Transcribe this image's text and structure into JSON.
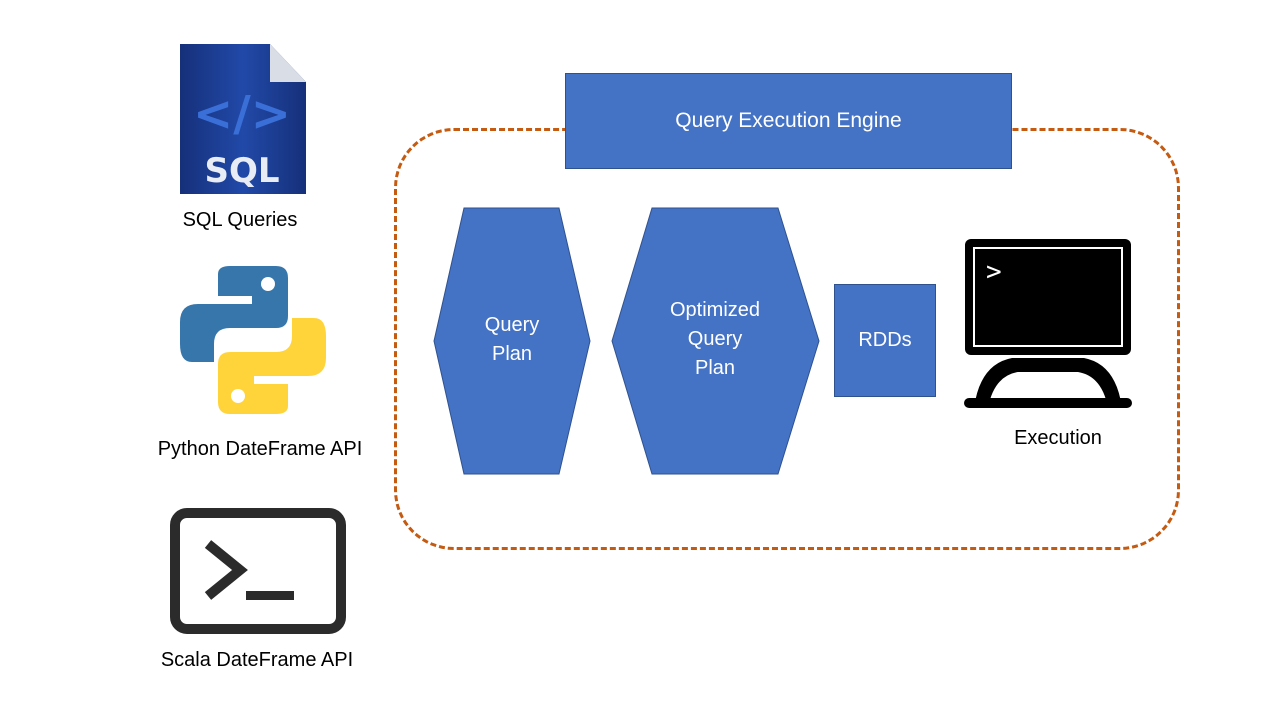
{
  "sources": {
    "sql": {
      "caption": "SQL Queries",
      "icon_text": "SQL",
      "icon_code": "</>"
    },
    "python": {
      "caption": "Python DateFrame API"
    },
    "scala": {
      "caption": "Scala DateFrame API"
    }
  },
  "engine": {
    "title": "Query Execution Engine",
    "query_plan": [
      "Query",
      "Plan"
    ],
    "optimized_plan": [
      "Optimized",
      "Query",
      "Plan"
    ],
    "rdds": "RDDs",
    "execution": {
      "caption": "Execution",
      "prompt": ">"
    }
  },
  "colors": {
    "box_fill": "#4472c4",
    "box_border": "#2f528f",
    "dashed_frame": "#c55a11",
    "sql_icon": "#1f3f8f",
    "python_blue": "#3776ab",
    "python_yellow": "#ffd43b"
  }
}
